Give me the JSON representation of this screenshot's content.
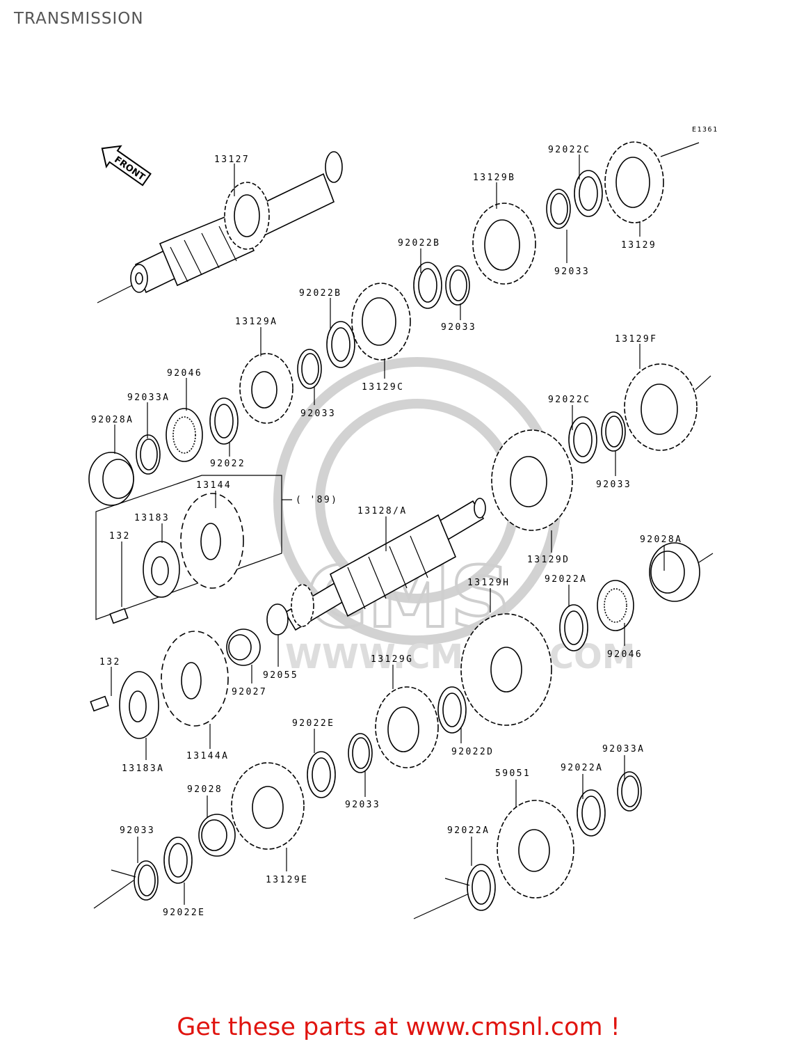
{
  "title": "TRANSMISSION",
  "diagram_code": "E1361",
  "front_label": "FRONT",
  "year_note": "( '89)",
  "footer": "Get these parts at www.cmsnl.com !",
  "watermark": {
    "text": "CMS",
    "url": "WWW.CMSNL.COM"
  },
  "labels": {
    "p13127": "13127",
    "p92022C_top": "92022C",
    "p13129B": "13129B",
    "p13129": "13129",
    "p92033_b": "92033",
    "p92022B_a": "92022B",
    "p92033_c": "92033",
    "p92022B_b": "92022B",
    "p13129C": "13129C",
    "p13129A": "13129A",
    "p92033_d": "92033",
    "p92046_a": "92046",
    "p92033A_a": "92033A",
    "p92028A_a": "92028A",
    "p92022": "92022",
    "p13129F": "13129F",
    "p92022C_mid": "92022C",
    "p92033_e": "92033",
    "p13144": "13144",
    "p13183": "13183",
    "p132_a": "132",
    "p13128A": "13128/A",
    "p13129D": "13129D",
    "p92028A_b": "92028A",
    "p13129H": "13129H",
    "p92022A_a": "92022A",
    "p92046_b": "92046",
    "p132_b": "132",
    "p92055": "92055",
    "p92027": "92027",
    "p13129G": "13129G",
    "p13144A": "13144A",
    "p13183A": "13183A",
    "p92022E_a": "92022E",
    "p92022D": "92022D",
    "p92033_f": "92033",
    "p92033A_b": "92033A",
    "p59051": "59051",
    "p92022A_b": "92022A",
    "p92028": "92028",
    "p92033_g": "92033",
    "p13129E": "13129E",
    "p92022E_b": "92022E",
    "p92022A_c": "92022A"
  }
}
